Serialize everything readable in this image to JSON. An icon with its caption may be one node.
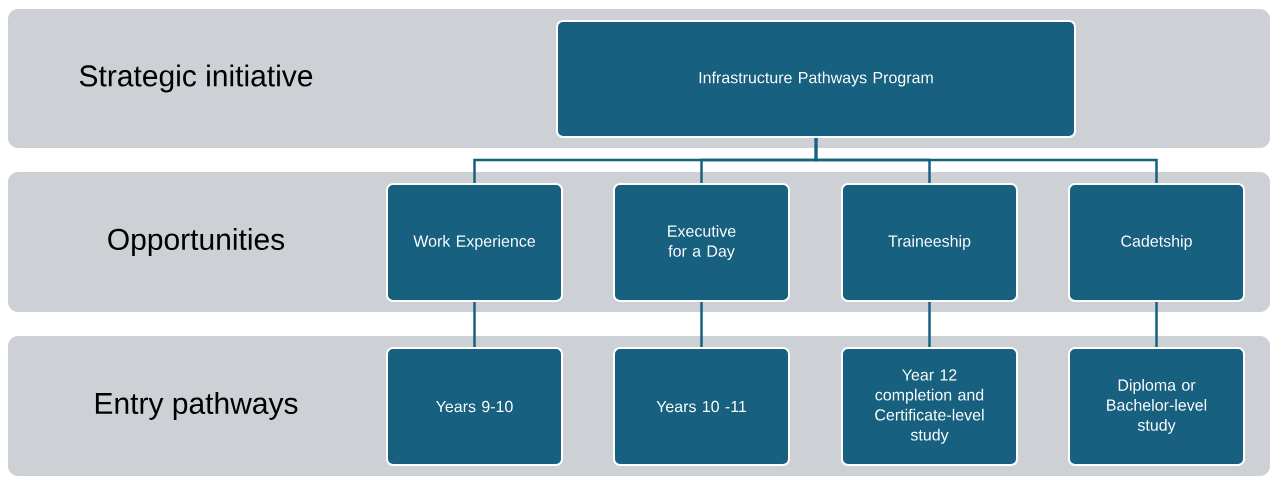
{
  "diagram": {
    "nodes": [
      {
        "text": [
          "Strategic initiative"
        ]
      },
      {
        "text": [
          "Infrastructure Pathways Program"
        ],
        "in": 0
      },
      {
        "text": [
          "Opportunities"
        ]
      },
      {
        "text": [
          "Work Experience"
        ],
        "in": 2
      },
      {
        "text": [
          "Executive for a Day"
        ],
        "in": 2
      },
      {
        "text": [
          "Traineeship"
        ],
        "in": 2
      },
      {
        "text": [
          "Cadetship"
        ],
        "in": 2
      },
      {
        "text": [
          "Entry pathways"
        ]
      },
      {
        "text": [
          "Years 9-10"
        ],
        "in": 7
      },
      {
        "text": [
          "Years 10 -11"
        ],
        "in": 7
      },
      {
        "text": [
          "Year 12 completion and Certificate-level study"
        ],
        "in": 7
      },
      {
        "text": [
          "Diploma or Bachelor-level study"
        ],
        "in": 7
      }
    ],
    "edges": [
      {
        "from": 1,
        "to": 3,
        "arrow": "none"
      },
      {
        "from": 1,
        "to": 4,
        "arrow": "none"
      },
      {
        "from": 1,
        "to": 5,
        "arrow": "none"
      },
      {
        "from": 1,
        "to": 6,
        "arrow": "none"
      },
      {
        "from": 3,
        "to": 8,
        "arrow": "none"
      },
      {
        "from": 4,
        "to": 9,
        "arrow": "none"
      },
      {
        "from": 5,
        "to": 10,
        "arrow": "none"
      },
      {
        "from": 6,
        "to": 11,
        "arrow": "none"
      }
    ]
  }
}
